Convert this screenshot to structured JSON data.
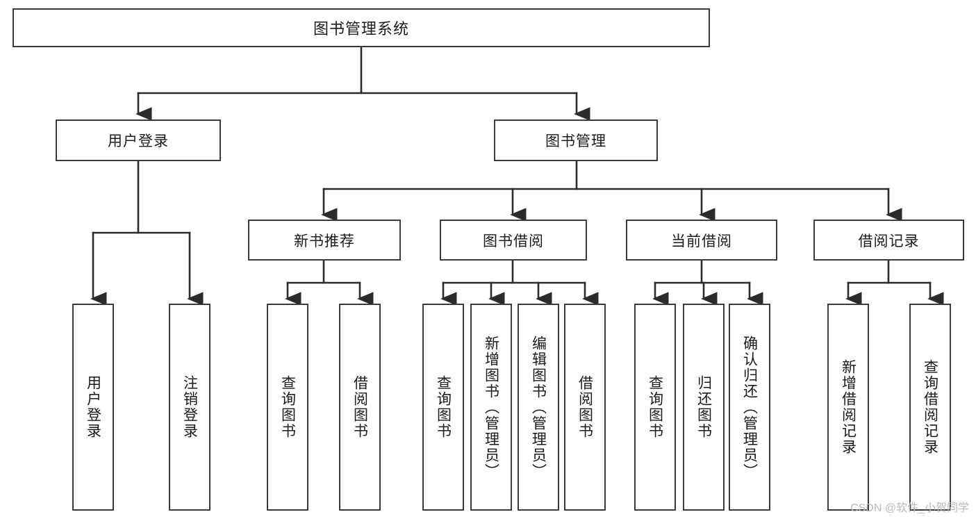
{
  "diagram": {
    "title": "图书管理系统",
    "type": "tree-hierarchy-diagram",
    "watermark": "CSDN @软件_小贺同学",
    "colors": {
      "box_border": "#3a3a3a",
      "box_fill": "#ffffff",
      "edge": "#2b2b2b",
      "text": "#1a1a1a",
      "watermark": "#b9b9b9",
      "page_background": "#ffffff"
    },
    "root": {
      "id": "root",
      "label": "图书管理系统"
    },
    "level2": [
      {
        "id": "user-login",
        "label": "用户登录"
      },
      {
        "id": "book-manage",
        "label": "图书管理"
      }
    ],
    "level3": [
      {
        "id": "new-book-recommend",
        "label": "新书推荐",
        "parent": "book-manage"
      },
      {
        "id": "book-borrow",
        "label": "图书借阅",
        "parent": "book-manage"
      },
      {
        "id": "current-borrow",
        "label": "当前借阅",
        "parent": "book-manage"
      },
      {
        "id": "borrow-record",
        "label": "借阅记录",
        "parent": "book-manage"
      }
    ],
    "leaves": {
      "user-login": [
        {
          "id": "leaf-user-login",
          "label": "用户登录"
        },
        {
          "id": "leaf-logout",
          "label": "注销登录"
        }
      ],
      "new-book-recommend": [
        {
          "id": "leaf-query-book-1",
          "label": "查询图书"
        },
        {
          "id": "leaf-borrow-book-1",
          "label": "借阅图书"
        }
      ],
      "book-borrow": [
        {
          "id": "leaf-query-book-2",
          "label": "查询图书"
        },
        {
          "id": "leaf-add-book",
          "label": "新增图书（管理员）"
        },
        {
          "id": "leaf-edit-book",
          "label": "编辑图书（管理员）"
        },
        {
          "id": "leaf-borrow-book-2",
          "label": "借阅图书"
        }
      ],
      "current-borrow": [
        {
          "id": "leaf-query-book-3",
          "label": "查询图书"
        },
        {
          "id": "leaf-return-book",
          "label": "归还图书"
        },
        {
          "id": "leaf-confirm-return",
          "label": "确认归还（管理员）"
        }
      ],
      "borrow-record": [
        {
          "id": "leaf-add-record",
          "label": "新增借阅记录"
        },
        {
          "id": "leaf-query-record",
          "label": "查询借阅记录"
        }
      ]
    }
  }
}
